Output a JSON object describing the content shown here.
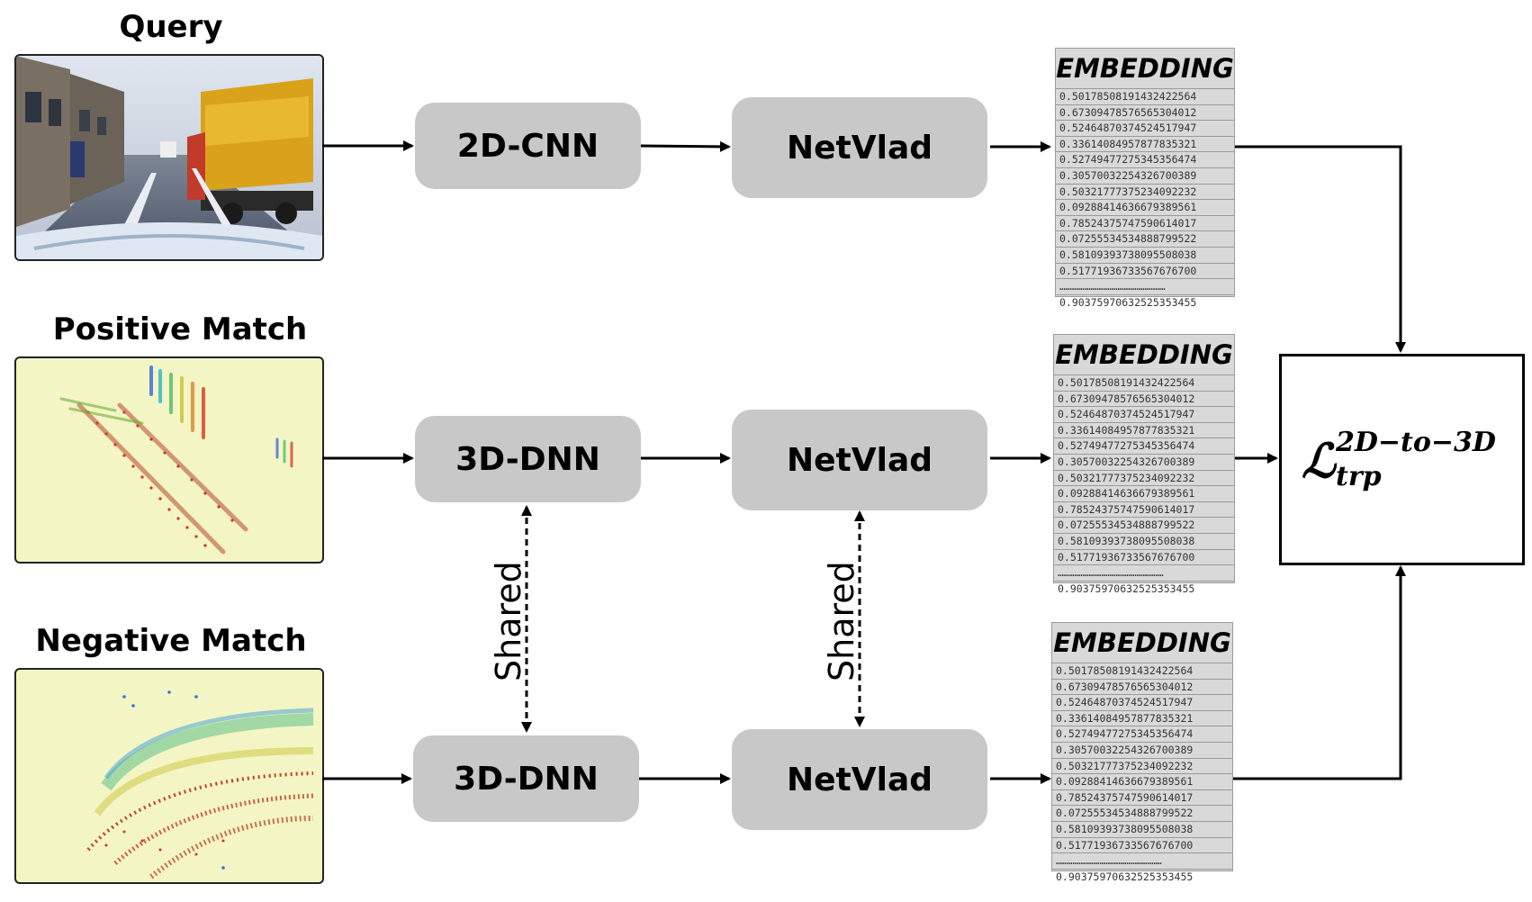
{
  "rows": {
    "query_label": "Query",
    "positive_label": "Positive Match",
    "negative_label": "Negative Match"
  },
  "blocks": {
    "cnn2d": "2D-CNN",
    "dnn3d_pos": "3D-DNN",
    "dnn3d_neg": "3D-DNN",
    "netvlad_q": "NetVlad",
    "netvlad_p": "NetVlad",
    "netvlad_n": "NetVlad"
  },
  "shared_labels": [
    "Shared",
    "Shared"
  ],
  "embedding": {
    "title": "EMBEDDING",
    "values": [
      "0.50178508191432422564",
      "0.67309478576565304012",
      "0.52464870374524517947",
      "0.33614084957877835321",
      "0.52749477275345356474",
      "0.30570032254326700389",
      "0.50321777375234092232",
      "0.09288414636679389561",
      "0.78524375747590614017",
      "0.07255534534888799522",
      "0.58109393738095508038",
      "0.51771936733567676700",
      "……………………………………………",
      "0.90375970632525353455"
    ]
  },
  "loss": {
    "symbol": "ℒ",
    "superscript": "2D−to−3D",
    "subscript": "trp"
  },
  "colors": {
    "block_fill": "#c8c8c8",
    "embedding_fill": "#d9d9d9",
    "pointcloud_bg": "#f3f5c4"
  }
}
